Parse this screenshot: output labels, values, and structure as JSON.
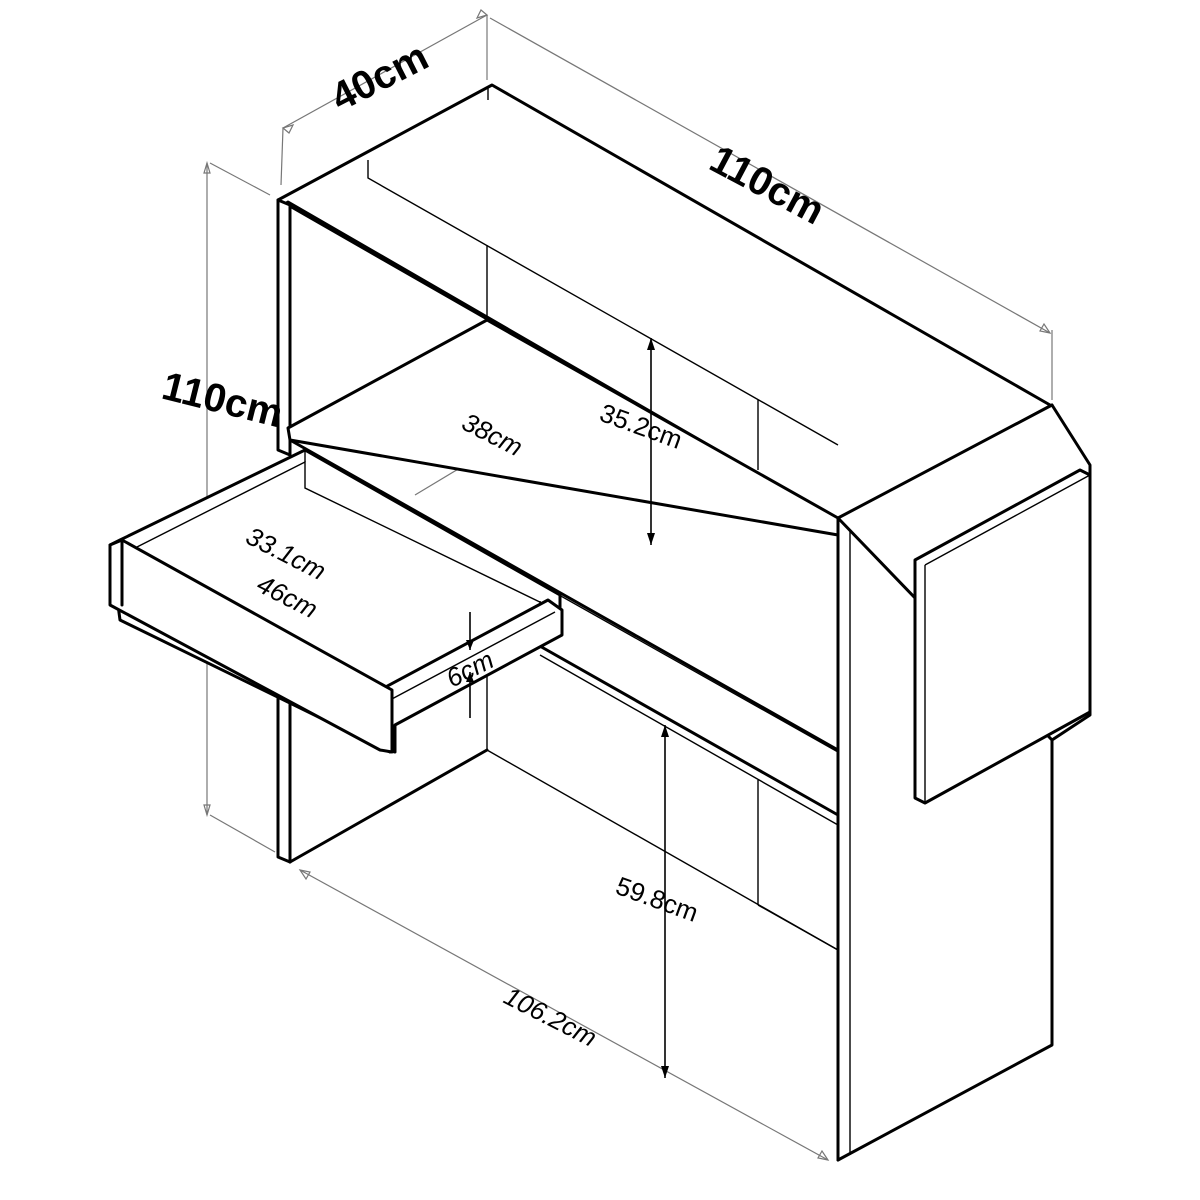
{
  "diagram": {
    "labels": {
      "depth": "40cm",
      "width": "110cm",
      "height": "110cm",
      "shelf_depth": "38cm",
      "shelf_height": "35.2cm",
      "drawer_depth": "33.1cm",
      "drawer_width": "46cm",
      "drawer_height": "6cm",
      "lower_height": "59.8cm",
      "inner_width": "106.2cm"
    }
  }
}
